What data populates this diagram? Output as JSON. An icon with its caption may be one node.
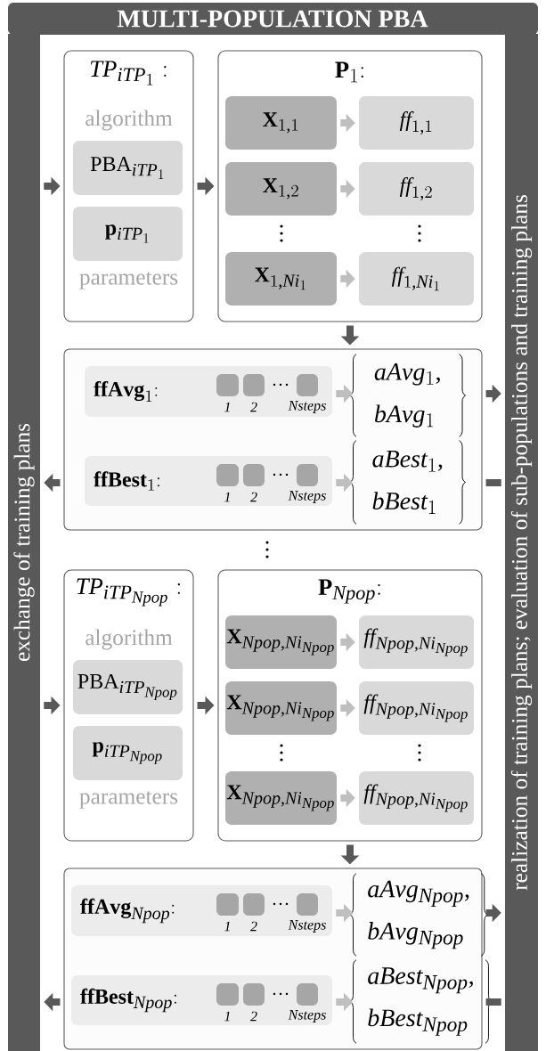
{
  "diagram": {
    "title": "MULTI-POPULATION PBA",
    "nodes": [
      {
        "text": [
          "exchange of training plans"
        ]
      },
      {
        "text": [
          "realization of training plans; evaluation of sub-populations and training plans"
        ]
      },
      {
        "text": [
          "TP_{iTP_{1}}:",
          "algorithm",
          "parameters"
        ]
      },
      {
        "text": [
          "\\mathrm{PBA}_{iTP_{1}}"
        ],
        "in": 2
      },
      {
        "text": [
          "\\mathbf{p}_{iTP_{1}}"
        ],
        "in": 2
      },
      {
        "text": [
          "\\mathbf{P}_{1}\\mathbf{:}"
        ]
      },
      {
        "text": [
          "\\mathbf{X}_{1,1}"
        ],
        "in": 5
      },
      {
        "text": [
          "\\mathit{ff}_{1,1}"
        ],
        "in": 5
      },
      {
        "text": [
          "\\mathbf{X}_{1,2}"
        ],
        "in": 5
      },
      {
        "text": [
          "\\mathit{ff}_{1,2}"
        ],
        "in": 5
      },
      {
        "text": [
          "\\mathbf{X}_{1,Ni_{1}}"
        ],
        "in": 5
      },
      {
        "text": [
          "\\mathit{ff}_{1,Ni_{1}}"
        ],
        "in": 5
      },
      {
        "text": [],
        "shape": "box"
      },
      {
        "text": [
          "\\mathbf{ffAvg}_{1}\\mathbf{:}"
        ],
        "in": 12
      },
      {
        "text": [],
        "shape": "box",
        "in": 13,
        "beside": [
          "1"
        ]
      },
      {
        "text": [],
        "shape": "box",
        "in": 13,
        "beside": [
          "2"
        ]
      },
      {
        "text": [],
        "shape": "box",
        "in": 13,
        "beside": [
          "Nsteps"
        ]
      },
      {
        "text": [
          "aAvg_{1},",
          "bAvg_{1}"
        ],
        "in": 12
      },
      {
        "text": [
          "\\mathbf{ffBest}_{1}\\mathbf{:}"
        ],
        "in": 12
      },
      {
        "text": [],
        "shape": "box",
        "in": 18,
        "beside": [
          "1"
        ]
      },
      {
        "text": [],
        "shape": "box",
        "in": 18,
        "beside": [
          "2"
        ]
      },
      {
        "text": [],
        "shape": "box",
        "in": 18,
        "beside": [
          "Nsteps"
        ]
      },
      {
        "text": [
          "aBest_{1},",
          "bBest_{1}"
        ],
        "in": 12
      },
      {
        "text": [
          "TP_{iTP_{Npop}}:",
          "algorithm",
          "parameters"
        ]
      },
      {
        "text": [
          "\\mathrm{PBA}_{iTP_{Npop}}"
        ],
        "in": 23
      },
      {
        "text": [
          "\\mathbf{p}_{iTP_{Npop}}"
        ],
        "in": 23
      },
      {
        "text": [
          "\\mathbf{P}_{Npop}\\mathbf{:}"
        ]
      },
      {
        "text": [
          "\\mathbf{X}_{Npop,Ni_{Npop}}"
        ],
        "in": 26
      },
      {
        "text": [
          "\\mathit{ff}_{Npop,Ni_{Npop}}"
        ],
        "in": 26
      },
      {
        "text": [
          "\\mathbf{X}_{Npop,Ni_{Npop}}"
        ],
        "in": 26
      },
      {
        "text": [
          "\\mathit{ff}_{Npop,Ni_{Npop}}"
        ],
        "in": 26
      },
      {
        "text": [
          "\\mathbf{X}_{Npop,Ni_{Npop}}"
        ],
        "in": 26
      },
      {
        "text": [
          "\\mathit{ff}_{Npop,Ni_{Npop}}"
        ],
        "in": 26
      },
      {
        "text": [],
        "shape": "box"
      },
      {
        "text": [
          "\\mathbf{ffAvg}_{Npop}\\mathbf{:}"
        ],
        "in": 33
      },
      {
        "text": [],
        "shape": "box",
        "in": 34,
        "beside": [
          "1"
        ]
      },
      {
        "text": [],
        "shape": "box",
        "in": 34,
        "beside": [
          "2"
        ]
      },
      {
        "text": [],
        "shape": "box",
        "in": 34,
        "beside": [
          "Nsteps"
        ]
      },
      {
        "text": [
          "aAvg_{Npop},",
          "bAvg_{Npop}"
        ],
        "in": 33
      },
      {
        "text": [
          "\\mathbf{ffBest}_{Npop}\\mathbf{:}"
        ],
        "in": 33
      },
      {
        "text": [],
        "shape": "box",
        "in": 39,
        "beside": [
          "1"
        ]
      },
      {
        "text": [],
        "shape": "box",
        "in": 39,
        "beside": [
          "2"
        ]
      },
      {
        "text": [],
        "shape": "box",
        "in": 39,
        "beside": [
          "Nsteps"
        ]
      },
      {
        "text": [
          "aBest_{Npop},",
          "bBest_{Npop}"
        ],
        "in": 33
      }
    ],
    "edges": [
      {
        "from": 0,
        "to": 2,
        "arrow": "to"
      },
      {
        "from": 2,
        "to": 5,
        "arrow": "to"
      },
      {
        "from": 6,
        "to": 7,
        "arrow": "to",
        "color": "#bfbfbf"
      },
      {
        "from": 8,
        "to": 9,
        "arrow": "to",
        "color": "#bfbfbf"
      },
      {
        "from": 10,
        "to": 11,
        "arrow": "to",
        "color": "#bfbfbf"
      },
      {
        "from": 5,
        "to": 12,
        "arrow": "to"
      },
      {
        "from": 13,
        "to": 17,
        "arrow": "to",
        "color": "#bfbfbf"
      },
      {
        "from": 18,
        "to": 22,
        "arrow": "to",
        "color": "#bfbfbf"
      },
      {
        "from": 12,
        "to": 1,
        "arrow": "to"
      },
      {
        "from": 1,
        "to": 12,
        "arrow": "none"
      },
      {
        "from": 12,
        "to": 0,
        "arrow": "to"
      },
      {
        "from": 0,
        "to": 23,
        "arrow": "to"
      },
      {
        "from": 23,
        "to": 26,
        "arrow": "to"
      },
      {
        "from": 27,
        "to": 28,
        "arrow": "to",
        "color": "#bfbfbf"
      },
      {
        "from": 29,
        "to": 30,
        "arrow": "to",
        "color": "#bfbfbf"
      },
      {
        "from": 31,
        "to": 32,
        "arrow": "to",
        "color": "#bfbfbf"
      },
      {
        "from": 26,
        "to": 33,
        "arrow": "to"
      },
      {
        "from": 34,
        "to": 38,
        "arrow": "to",
        "color": "#bfbfbf"
      },
      {
        "from": 39,
        "to": 43,
        "arrow": "to",
        "color": "#bfbfbf"
      },
      {
        "from": 33,
        "to": 1,
        "arrow": "to"
      },
      {
        "from": 1,
        "to": 33,
        "arrow": "none"
      },
      {
        "from": 33,
        "to": 0,
        "arrow": "to"
      }
    ]
  }
}
